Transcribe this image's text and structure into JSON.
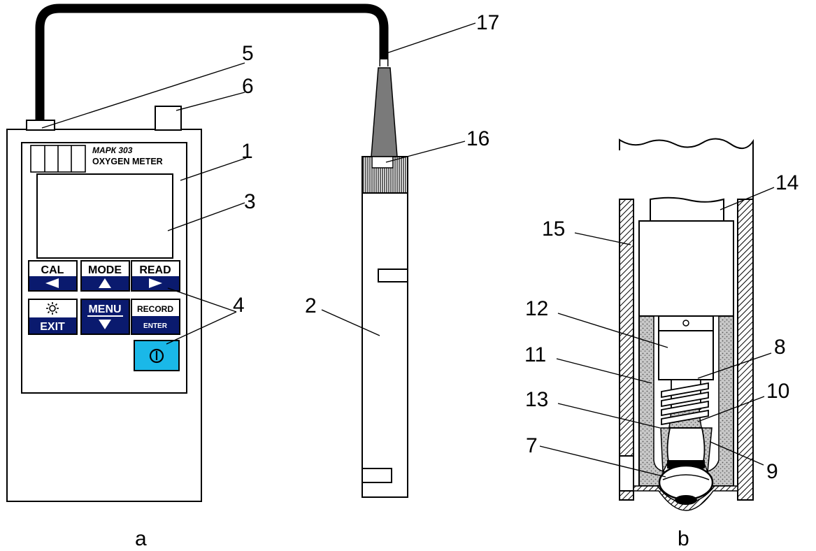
{
  "device": {
    "model": "МАРК 303",
    "name": "OXYGEN METER",
    "keys": {
      "cal": "CAL",
      "mode": "MODE",
      "read": "READ",
      "menu": "MENU",
      "exit": "EXIT",
      "record": "RECORD",
      "enter": "ENTER"
    }
  },
  "callouts": {
    "c1": "1",
    "c2": "2",
    "c3": "3",
    "c4": "4",
    "c5": "5",
    "c6": "6",
    "c7": "7",
    "c8": "8",
    "c9": "9",
    "c10": "10",
    "c11": "11",
    "c12": "12",
    "c13": "13",
    "c14": "14",
    "c15": "15",
    "c16": "16",
    "c17": "17"
  },
  "panels": {
    "a": "a",
    "b": "b"
  },
  "colors": {
    "key_blue": "#0a1a6e",
    "power_button": "#1ab8e8",
    "cable": "#000000",
    "cone": "#7a7a7a"
  },
  "icons": [
    "sun-icon",
    "arrow-left-icon",
    "arrow-up-icon",
    "arrow-right-icon",
    "arrow-down-icon",
    "power-icon"
  ]
}
